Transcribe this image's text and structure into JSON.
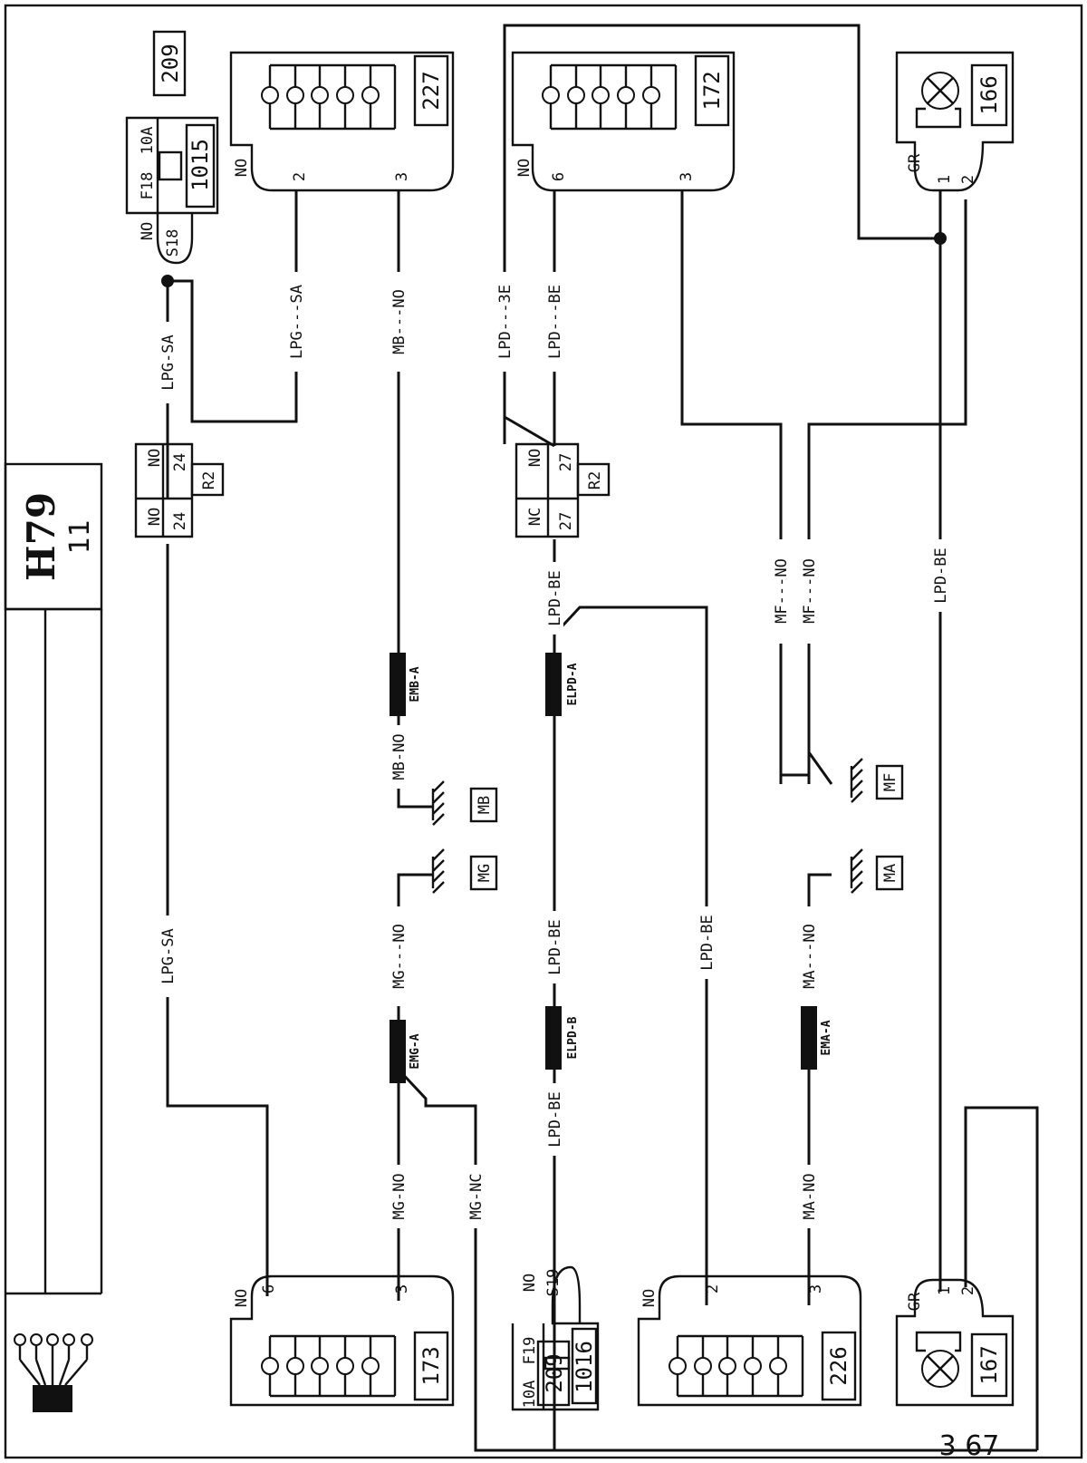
{
  "sheet": {
    "code": "H79",
    "number": "11",
    "page": "3 67"
  },
  "components": [
    {
      "id": "227",
      "pins": [
        "NO",
        "2",
        "3"
      ]
    },
    {
      "id": "172",
      "pins": [
        "NO",
        "6",
        "3"
      ]
    },
    {
      "id": "166",
      "pins": [
        "GR",
        "1",
        "2"
      ]
    },
    {
      "id": "173",
      "pins": [
        "NO",
        "6",
        "3"
      ]
    },
    {
      "id": "226",
      "pins": [
        "NO",
        "2",
        "3"
      ]
    },
    {
      "id": "167",
      "pins": [
        "GR",
        "1",
        "2"
      ]
    }
  ],
  "fuses": [
    {
      "id": "1015",
      "fuse": "F18",
      "rating": "10A",
      "pin_color": "NO",
      "pin": "S18",
      "ref": "209"
    },
    {
      "id": "1016",
      "fuse": "F19",
      "rating": "10A",
      "pin_color": "NO",
      "pin": "S19",
      "ref": "209"
    }
  ],
  "connectors": [
    {
      "id": "R2",
      "pin": "24",
      "colors": [
        "NO",
        "NO",
        "NO"
      ]
    },
    {
      "id": "R2",
      "pin": "27",
      "colors": [
        "NO",
        "NC",
        "NO",
        "NC"
      ]
    }
  ],
  "splices": [
    "EMB-A",
    "ELPD-A",
    "EMG-A",
    "ELPD-B",
    "EMA-A"
  ],
  "grounds": [
    "MB",
    "MG",
    "MF",
    "MA"
  ],
  "wire_labels": {
    "lpg_sa": "LPG-SA",
    "lpg_dash_sa": "LPG---SA",
    "mb_no": "MB---NO",
    "mb_no_short": "MB-NO",
    "lpd_3e": "LPD---3E",
    "lpd_be_long": "LPD---BE",
    "lpd_be": "LPD-BE",
    "mf_no": "MF---NO",
    "mg_no_long": "MG---NO",
    "mg_no": "MG-NO",
    "mg_nc": "MG-NC",
    "ma_no_long": "MA---NO",
    "ma_no": "MA-NO",
    "lpd_be_right": "LPD-BE",
    "lpd_be_mid": "LPD-BE"
  }
}
